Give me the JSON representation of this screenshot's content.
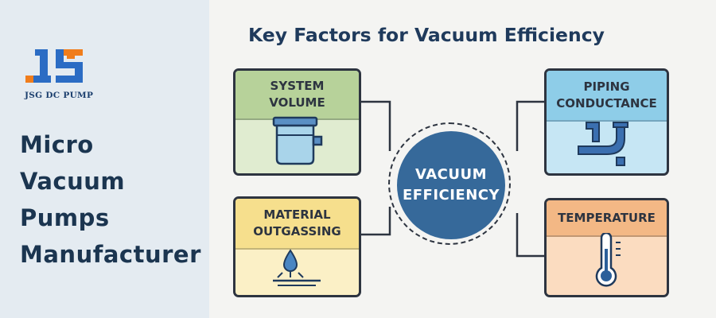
{
  "brand": {
    "logo_letters": "JS",
    "logo_text": "JSG DC PUMP",
    "colors": {
      "orange": "#f07d1c",
      "blue": "#2b6cc4",
      "navy": "#1c3f6e"
    }
  },
  "sidebar": {
    "tagline": [
      "Micro",
      "Vacuum",
      "Pumps",
      "Manufacturer"
    ]
  },
  "diagram": {
    "title": "Key Factors for Vacuum Efficiency",
    "center": {
      "label": "VACUUM\nEFFICIENCY",
      "color": "#36699a"
    },
    "factors": [
      {
        "label": "SYSTEM\nVOLUME",
        "icon": "chamber-icon",
        "header_color": "#b7d29a",
        "body_color": "#e0ecd0"
      },
      {
        "label": "MATERIAL\nOUTGASSING",
        "icon": "droplet-surface-icon",
        "header_color": "#f6df8d",
        "body_color": "#fbf0c6"
      },
      {
        "label": "PIPING\nCONDUCTANCE",
        "icon": "pipe-icon",
        "header_color": "#8ecde8",
        "body_color": "#c6e6f4"
      },
      {
        "label": "TEMPERATURE",
        "icon": "thermometer-icon",
        "header_color": "#f3b885",
        "body_color": "#fbdcc0"
      }
    ]
  }
}
